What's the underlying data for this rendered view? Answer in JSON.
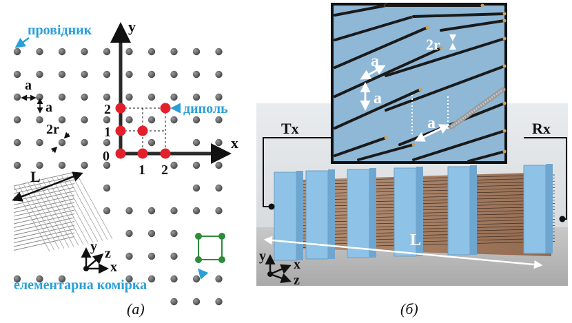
{
  "panel_a": {
    "label_conductor": "провідник",
    "label_dipole": "диполь",
    "label_unit_cell": "елементарна комірка",
    "axis_x": "x",
    "axis_y": "y",
    "param_a": "a",
    "param_2r": "2r",
    "param_L": "L",
    "tick_0": "0",
    "tick_1x": "1",
    "tick_2x": "2",
    "tick_1y": "1",
    "tick_2y": "2",
    "triad_y": "y",
    "triad_z": "z",
    "triad_x": "x",
    "caption": "(a)"
  },
  "panel_b": {
    "label_tx": "Tx",
    "label_rx": "Rx",
    "param_L": "L",
    "inset_a1": "a",
    "inset_a2": "a",
    "inset_a3": "a",
    "inset_2r": "2r",
    "triad_y": "y",
    "triad_x": "x",
    "triad_z": "z",
    "caption": "(б)"
  },
  "colors": {
    "node_gray": "#6a6a6a",
    "dipole_red": "#e3202a",
    "label_blue": "#2a9fd8",
    "cell_green": "#2e8b3a",
    "foam_blue": "#7fb6dc"
  }
}
